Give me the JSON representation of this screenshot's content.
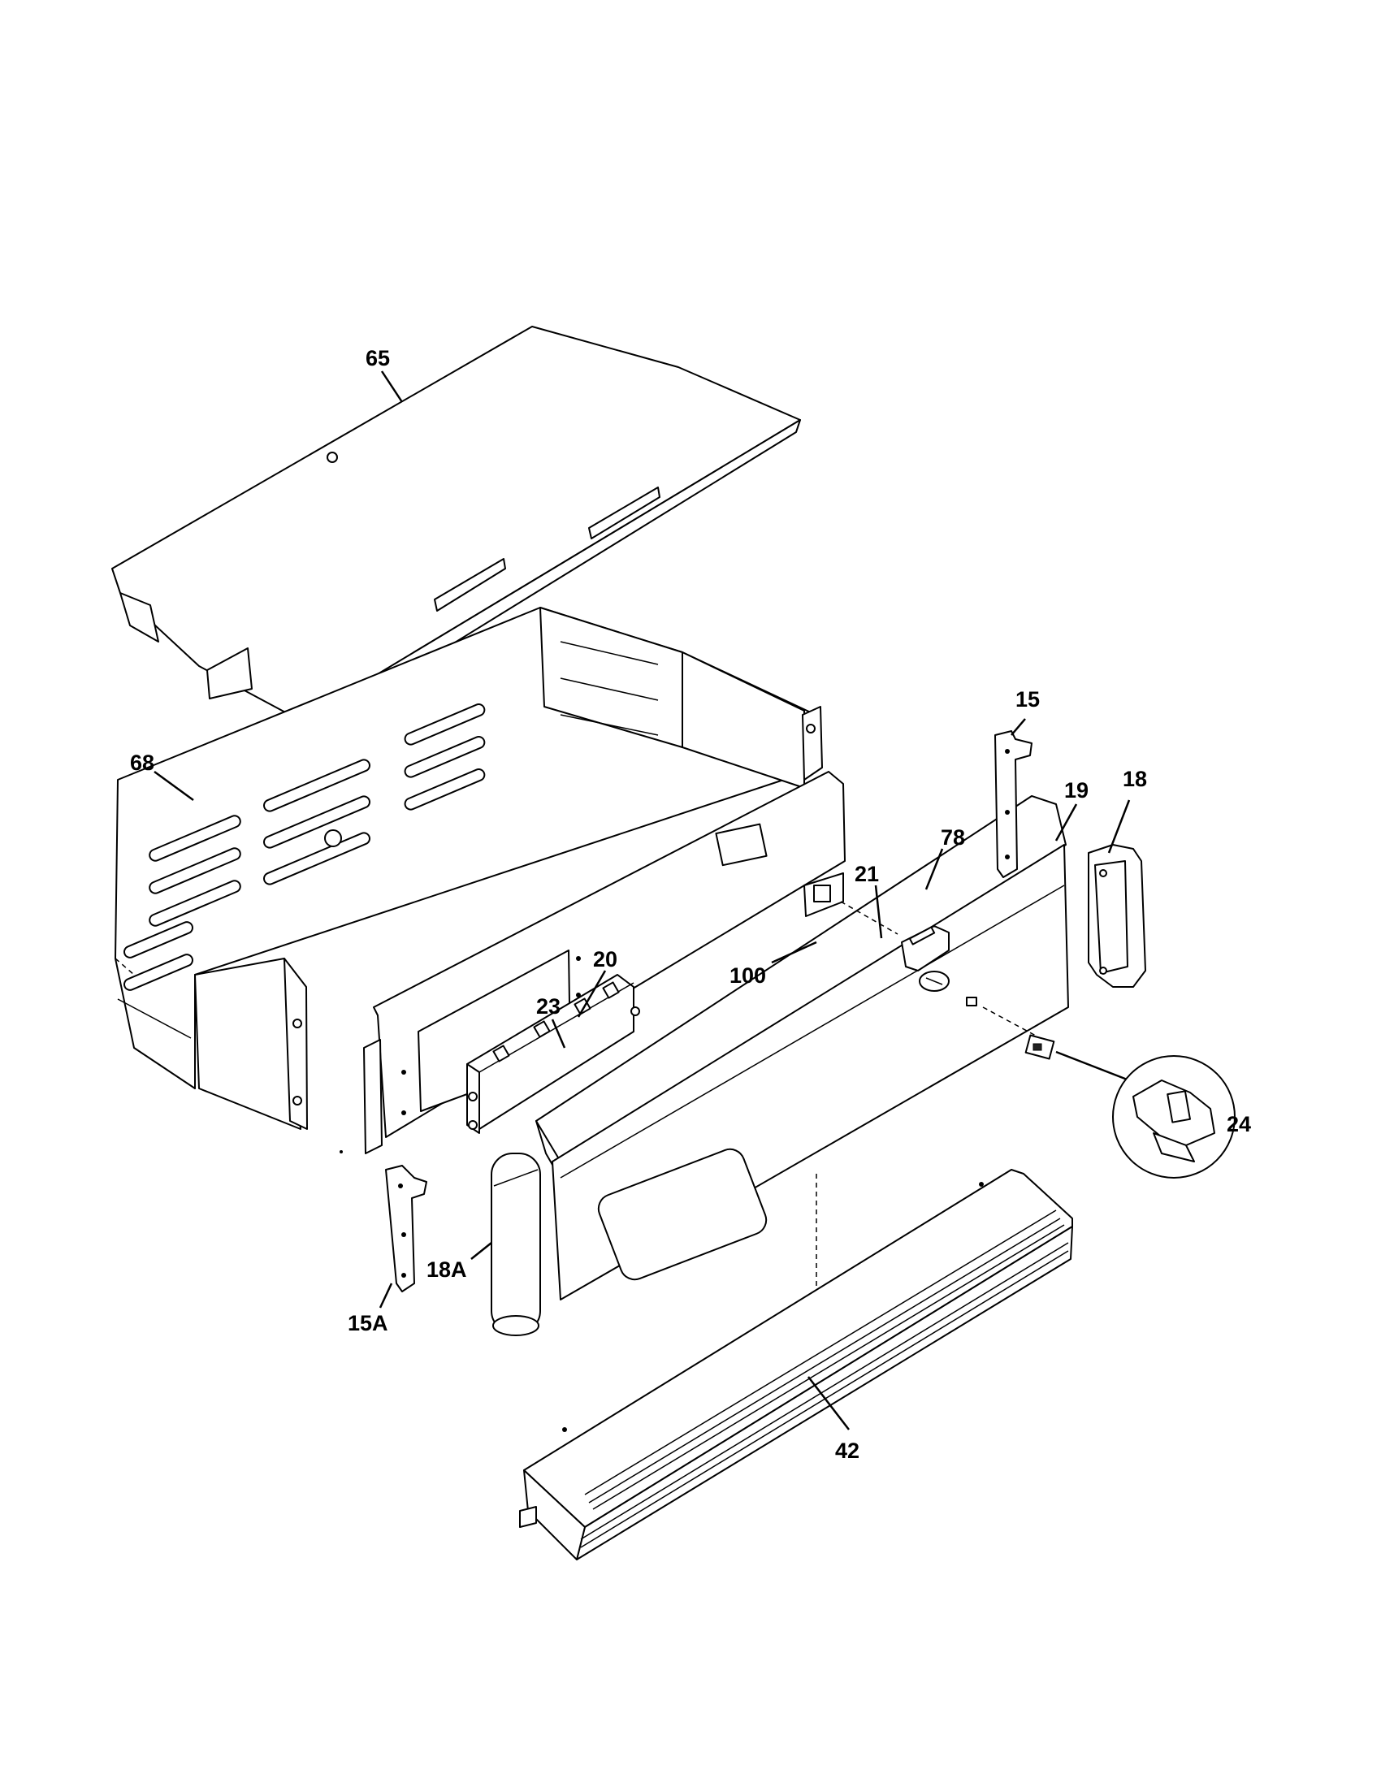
{
  "diagram": {
    "callouts": {
      "p65": "65",
      "p68": "68",
      "p23": "23",
      "p20": "20",
      "p100": "100",
      "p21": "21",
      "p78": "78",
      "p15": "15",
      "p19": "19",
      "p18": "18",
      "p24": "24",
      "p18A": "18A",
      "p15A": "15A",
      "p42": "42"
    }
  }
}
